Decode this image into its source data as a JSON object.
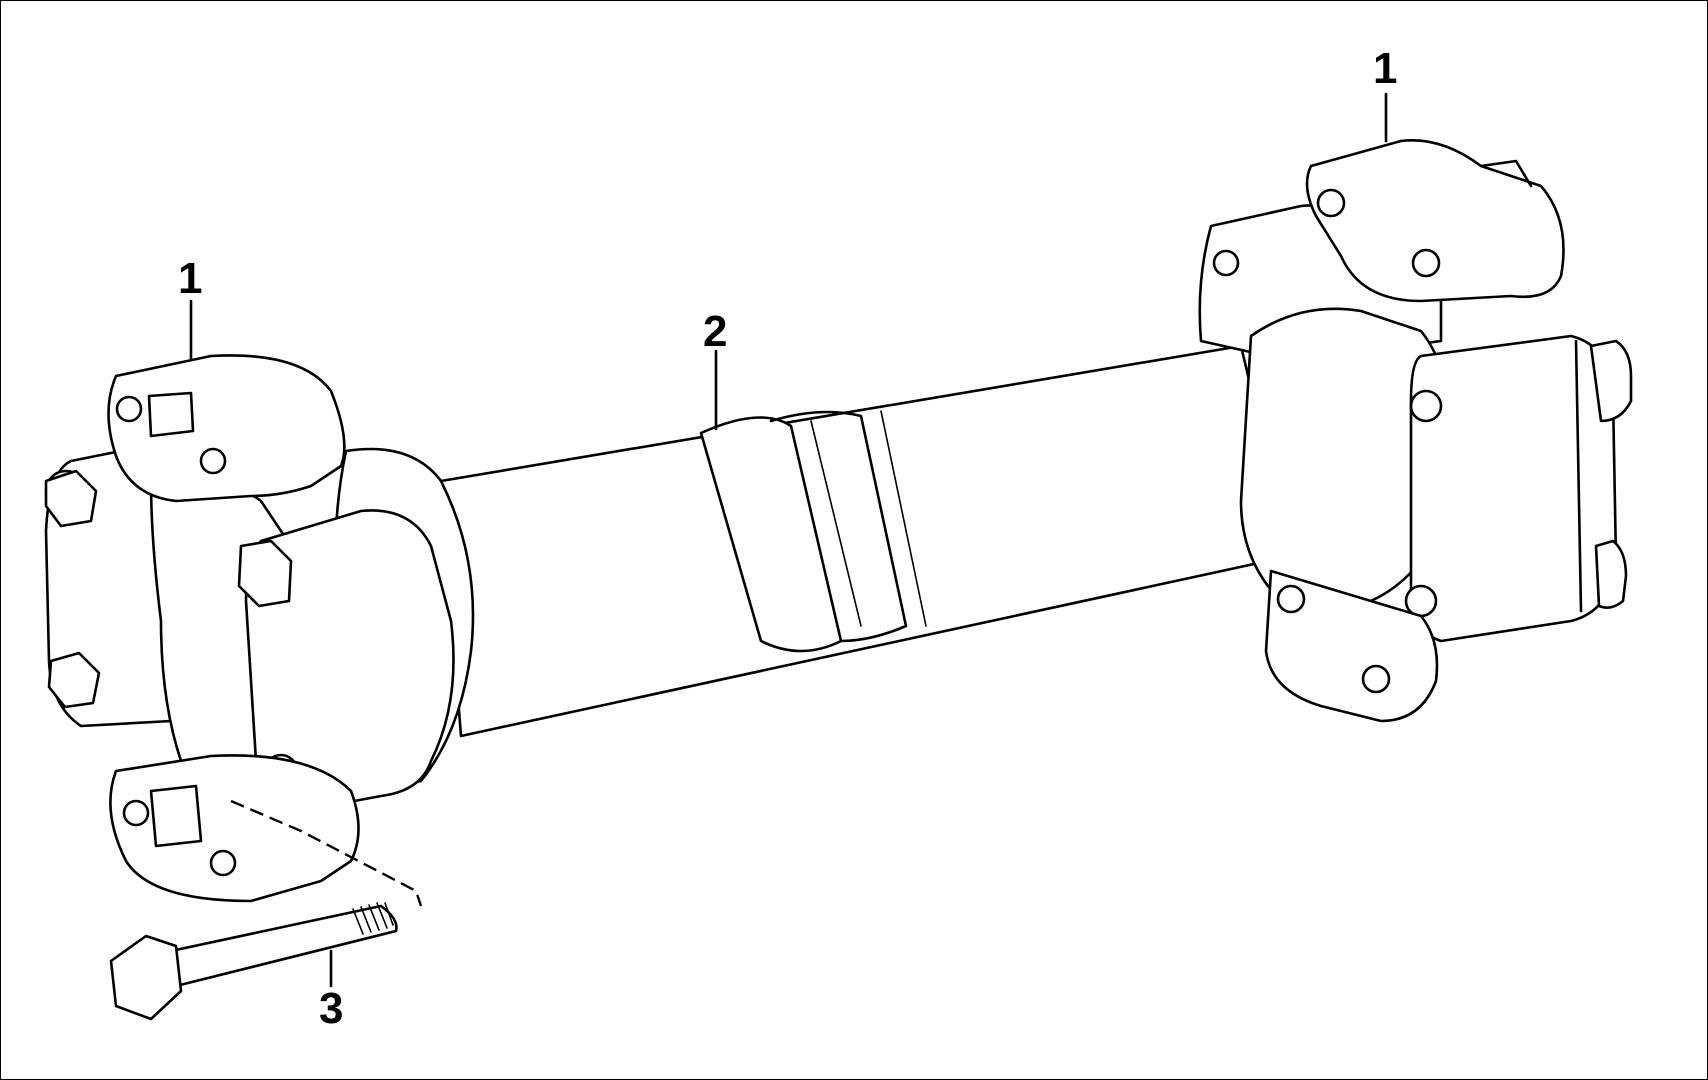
{
  "callouts": {
    "yoke_left": "1",
    "yoke_right": "1",
    "shaft": "2",
    "bolt": "3"
  },
  "colors": {
    "line": "#000000",
    "background": "#ffffff"
  }
}
